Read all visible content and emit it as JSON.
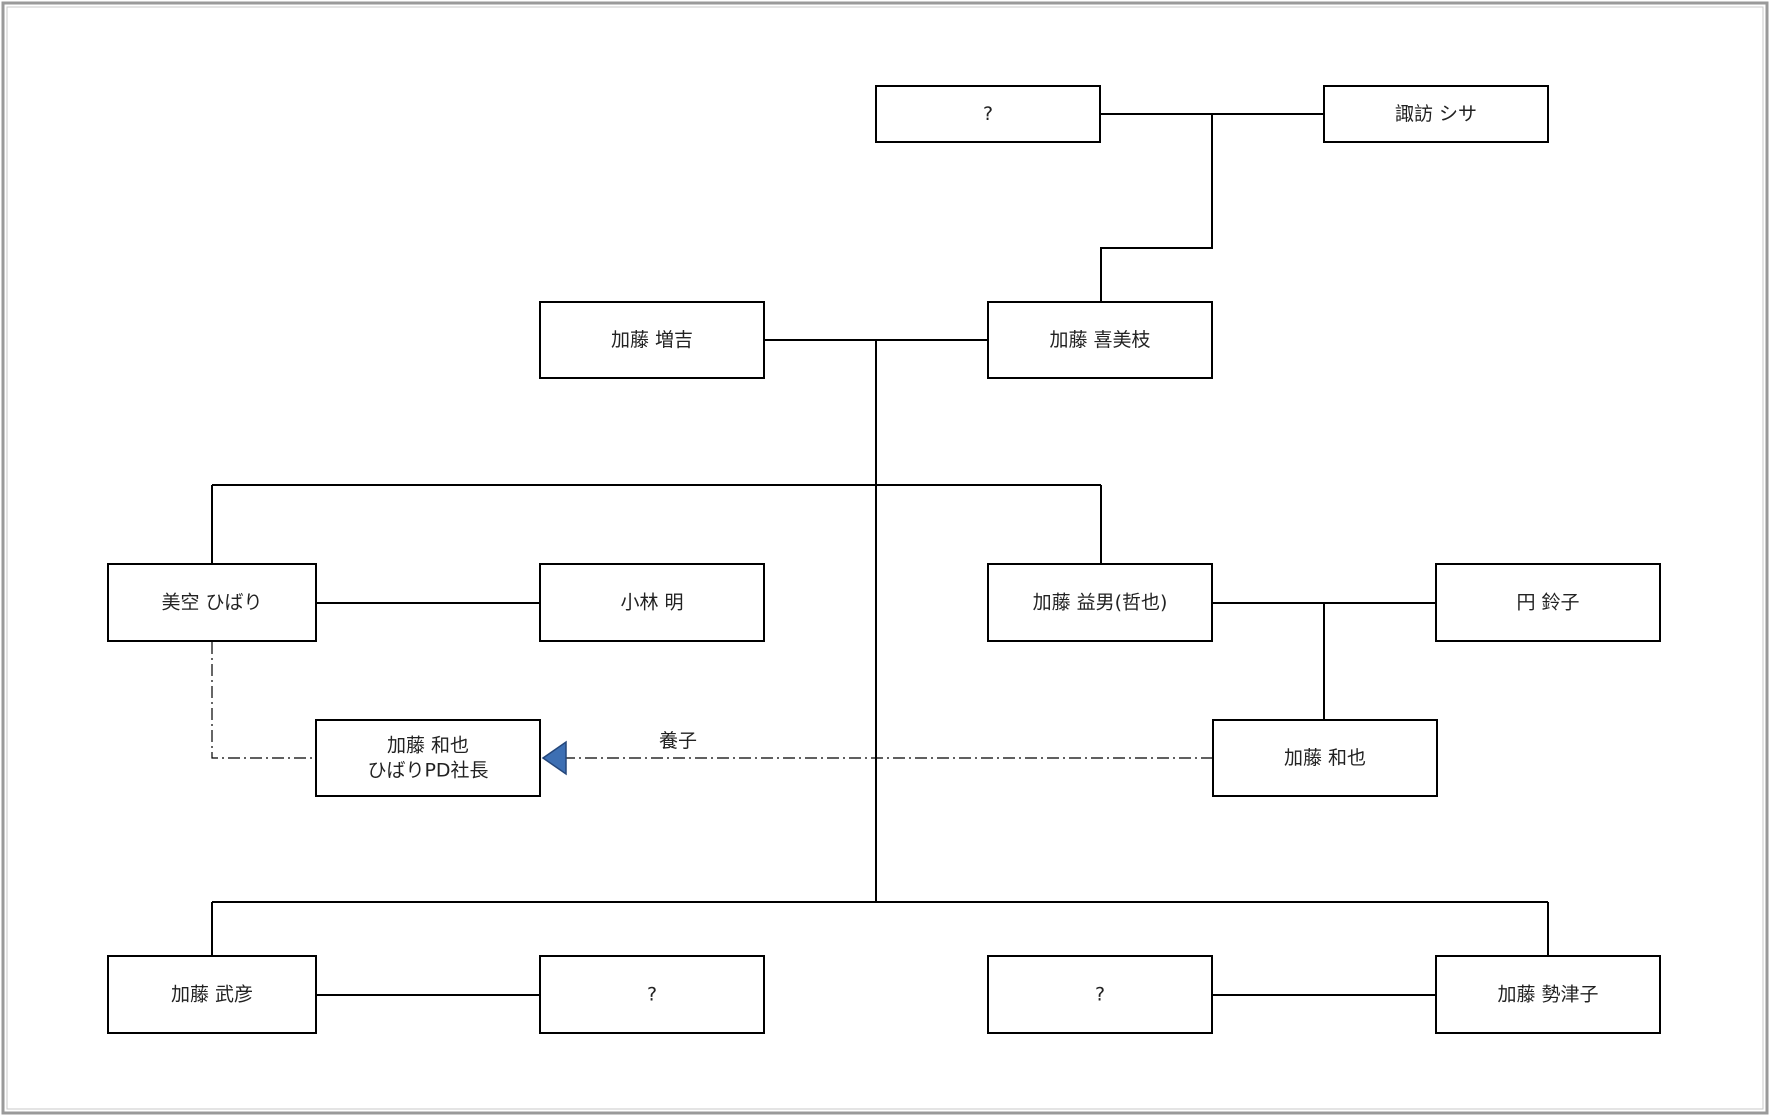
{
  "nodes": {
    "unknown_great_grandfather": {
      "lines": [
        "?"
      ]
    },
    "suwa_shisa": {
      "lines": [
        "諏訪 シサ"
      ]
    },
    "kato_masukichi": {
      "lines": [
        "加藤 増吉"
      ]
    },
    "kato_kimie": {
      "lines": [
        "加藤 喜美枝"
      ]
    },
    "misora_hibari": {
      "lines": [
        "美空 ひばり"
      ]
    },
    "kobayashi_akira": {
      "lines": [
        "小林 明"
      ]
    },
    "kato_masuo": {
      "lines": [
        "加藤 益男(哲也)"
      ]
    },
    "madoka_reiko": {
      "lines": [
        "円 鈴子"
      ]
    },
    "kato_kazuya_adopted": {
      "lines": [
        "加藤 和也",
        "ひばりPD社長"
      ]
    },
    "kato_kazuya_birth": {
      "lines": [
        "加藤 和也"
      ]
    },
    "kato_takehiko": {
      "lines": [
        "加藤 武彦"
      ]
    },
    "unknown_takehiko_spouse": {
      "lines": [
        "?"
      ]
    },
    "unknown_setsuko_spouse": {
      "lines": [
        "?"
      ]
    },
    "kato_setsuko": {
      "lines": [
        "加藤 勢津子"
      ]
    }
  },
  "adoption": {
    "label": "養子",
    "arrow_color": "#3d6fb3"
  }
}
